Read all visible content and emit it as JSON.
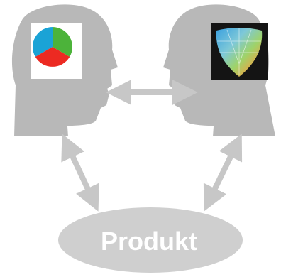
{
  "diagram": {
    "product_label": "Produkt",
    "colors": {
      "silhouette": "#b8b8b8",
      "arrow": "#c7c7c7",
      "ellipse": "#cfcfcf",
      "label": "#ffffff",
      "pie_blue": "#1aa3d6",
      "pie_green": "#4cb33a",
      "pie_red": "#ec2a22",
      "panel_dark": "#141414"
    },
    "icons": {
      "left_head": "head-silhouette-facing-right",
      "right_head": "head-silhouette-facing-left",
      "left_picture": "three-color-pie",
      "right_picture": "color-wheel-shield"
    }
  }
}
